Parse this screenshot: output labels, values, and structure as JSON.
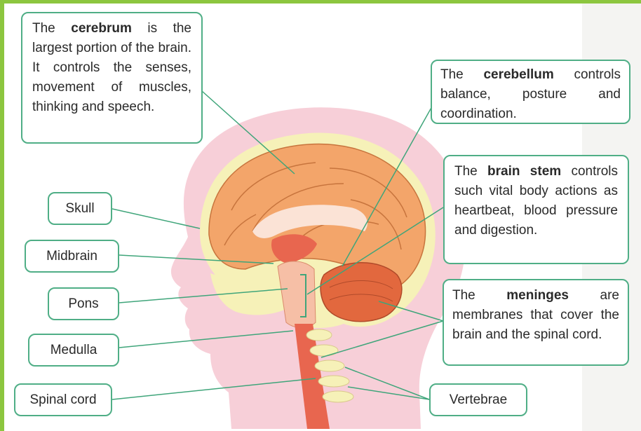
{
  "colors": {
    "frame": "#8cc63f",
    "box_border": "#4fae86",
    "leader_line": "#3fa57a",
    "head_fill": "#f7cfd8",
    "skull_bone": "#f6f1b8",
    "brain": "#f3a56a",
    "brainstem": "#f6bfa6",
    "spinal_cord": "#e8664f"
  },
  "callouts": {
    "cerebrum": {
      "lead": "The ",
      "term": "cerebrum",
      "rest": " is the largest portion of the brain. It controls the senses, movement of muscles, thinking and speech."
    },
    "cerebellum": {
      "lead": "The ",
      "term": "cerebellum",
      "rest": " controls balance, posture and coordination."
    },
    "brain_stem": {
      "lead": "The ",
      "term": "brain stem",
      "rest": " controls such vital body actions as heartbeat, blood pressure and digestion."
    },
    "meninges": {
      "lead": "The ",
      "term": "meninges",
      "rest": " are membranes that cover the brain and the spinal cord."
    }
  },
  "labels": {
    "skull": "Skull",
    "midbrain": "Midbrain",
    "pons": "Pons",
    "medulla": "Medulla",
    "spinal_cord": "Spinal cord",
    "vertebrae": "Vertebrae"
  }
}
